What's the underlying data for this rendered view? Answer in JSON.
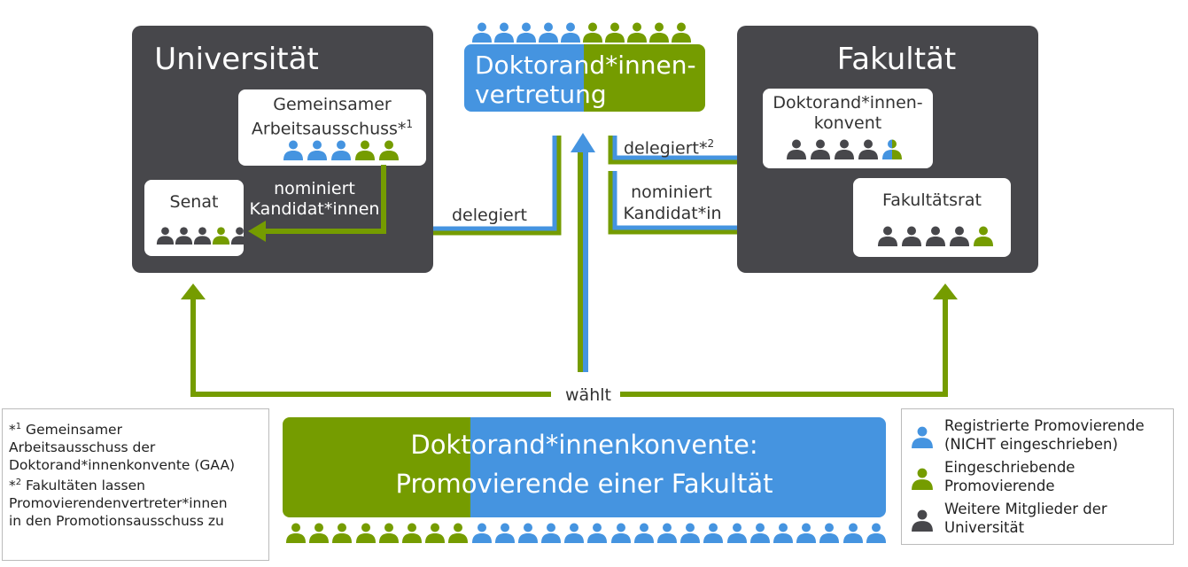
{
  "colors": {
    "blue": "#4594e0",
    "green": "#759c00",
    "dark": "#47474b",
    "white": "#ffffff"
  },
  "university": {
    "title": "Universität",
    "gaa": {
      "line1": "Gemeinsamer",
      "line2": "Arbeitsausschuss*",
      "sup": "1",
      "people": [
        "blue",
        "blue",
        "blue",
        "green",
        "green"
      ]
    },
    "senat": {
      "label": "Senat",
      "people": [
        "dark",
        "dark",
        "dark",
        "green",
        "dark"
      ]
    },
    "nominate_line1": "nominiert",
    "nominate_line2": "Kandidat*innen"
  },
  "representation": {
    "line1": "Doktorand*innen-",
    "line2": "vertretung",
    "people": [
      "blue",
      "blue",
      "blue",
      "blue",
      "blue",
      "green",
      "green",
      "green",
      "green",
      "green"
    ]
  },
  "faculty": {
    "title": "Fakultät",
    "konvent": {
      "line1": "Doktorand*innen-",
      "line2": "konvent",
      "people": [
        "dark",
        "dark",
        "dark",
        "dark",
        "split"
      ]
    },
    "rat": {
      "label": "Fakultätsrat",
      "people": [
        "dark",
        "dark",
        "dark",
        "dark",
        "green"
      ]
    },
    "delegate": "delegiert*",
    "delegate_sup": "2",
    "nominate_line1": "nominiert",
    "nominate_line2": "Kandidat*in"
  },
  "edges": {
    "delegiert": "delegiert",
    "waehlt": "wählt"
  },
  "konvente": {
    "line1": "Doktorand*innenkonvente:",
    "line2": "Promovierende einer Fakultät",
    "people_green": 8,
    "people_blue": 18
  },
  "footnotes": [
    {
      "mark": "*",
      "sup": "1",
      "text": " Gemeinsamer"
    },
    {
      "text": "Arbeitsausschuss der"
    },
    {
      "text": "Doktorand*innenkonvente (GAA)"
    },
    {
      "mark": "*",
      "sup": "2",
      "text": " Fakultäten lassen"
    },
    {
      "text": "Promovierendenvertreter*innen"
    },
    {
      "text": "in den Promotionsausschuss zu"
    }
  ],
  "legend": [
    {
      "color": "blue",
      "line1": "Registrierte Promovierende",
      "line2": "(NICHT eingeschrieben)"
    },
    {
      "color": "green",
      "line1": "Eingeschriebende",
      "line2": "Promovierende"
    },
    {
      "color": "dark",
      "line1": "Weitere Mitglieder der",
      "line2": "Universität"
    }
  ]
}
